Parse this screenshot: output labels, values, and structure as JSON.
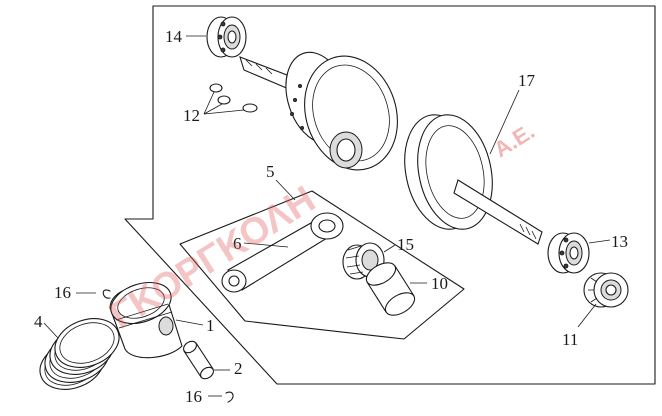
{
  "diagram": {
    "watermark": {
      "main": "ΓΚΟΡΓΚΟΛΗ",
      "suffix": "A.E."
    },
    "callouts": {
      "c1": "1",
      "c2": "2",
      "c4": "4",
      "c5": "5",
      "c6": "6",
      "c10": "10",
      "c11": "11",
      "c12": "12",
      "c13": "13",
      "c14": "14",
      "c15": "15",
      "c16a": "16",
      "c16b": "16",
      "c17": "17"
    }
  }
}
